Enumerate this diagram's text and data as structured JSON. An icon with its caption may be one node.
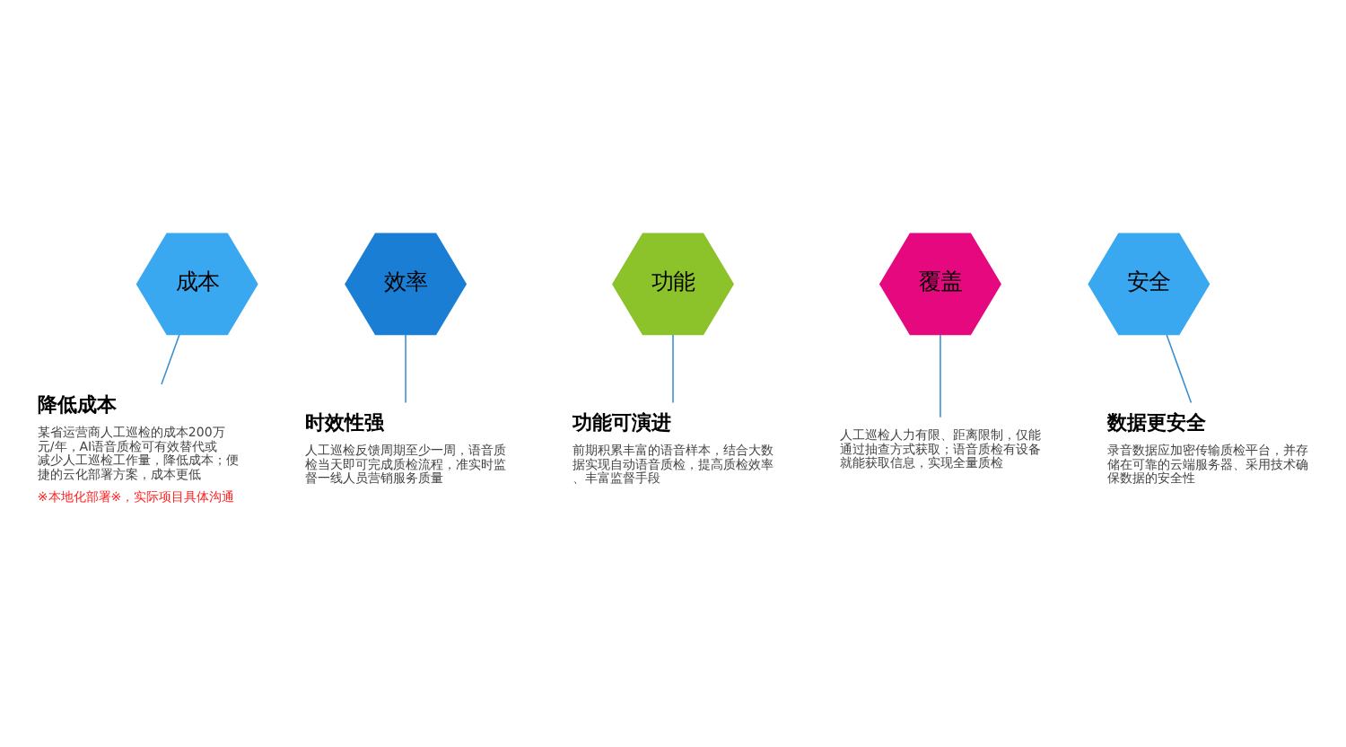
{
  "diagram": {
    "nodes": [
      {
        "text": [
          "时效性强",
          "人工巡检反馈周期至少一周，语音质检当天即可完成质检流程，准实时监督一线人员营销服务质量"
        ]
      },
      {
        "text": [
          "人工巡检人力有限、距离限制，仅能通过抽查方式获取；语音质检有设备就能获取信息，实现全量质检"
        ]
      },
      {
        "text": [
          "效率"
        ]
      },
      {
        "text": [
          "成本"
        ]
      },
      {
        "text": [
          "覆盖"
        ]
      },
      {
        "text": [
          "功能"
        ]
      },
      {
        "text": [
          "安全"
        ]
      },
      {
        "text": [
          "降低成本",
          "某省运营商人工巡检的成本200万元/年，AI语音质检可有效替代或减少人工巡检工作量，降低成本；便捷的云化部署方案，成本更低",
          "※本地化部署※，实际项目具体沟通"
        ]
      },
      {
        "text": [
          "功能可演进",
          "前期积累丰富的语音样本，结合大数据实现自动语音质检，提高质检效率、丰富监督手段"
        ]
      },
      {
        "text": [
          "数据更安全",
          "录音数据应加密传输质检平台，并存储在可靠的云端服务器、采用技术确保数据的安全性"
        ]
      }
    ],
    "edges": [
      {
        "from": 2,
        "to": 0,
        "arrow": "none"
      },
      {
        "from": 4,
        "to": 1,
        "arrow": "none"
      },
      {
        "from": 3,
        "to": 7,
        "arrow": "none"
      },
      {
        "from": 5,
        "to": 8,
        "arrow": "none"
      },
      {
        "from": 6,
        "to": 9,
        "arrow": "none"
      }
    ]
  }
}
